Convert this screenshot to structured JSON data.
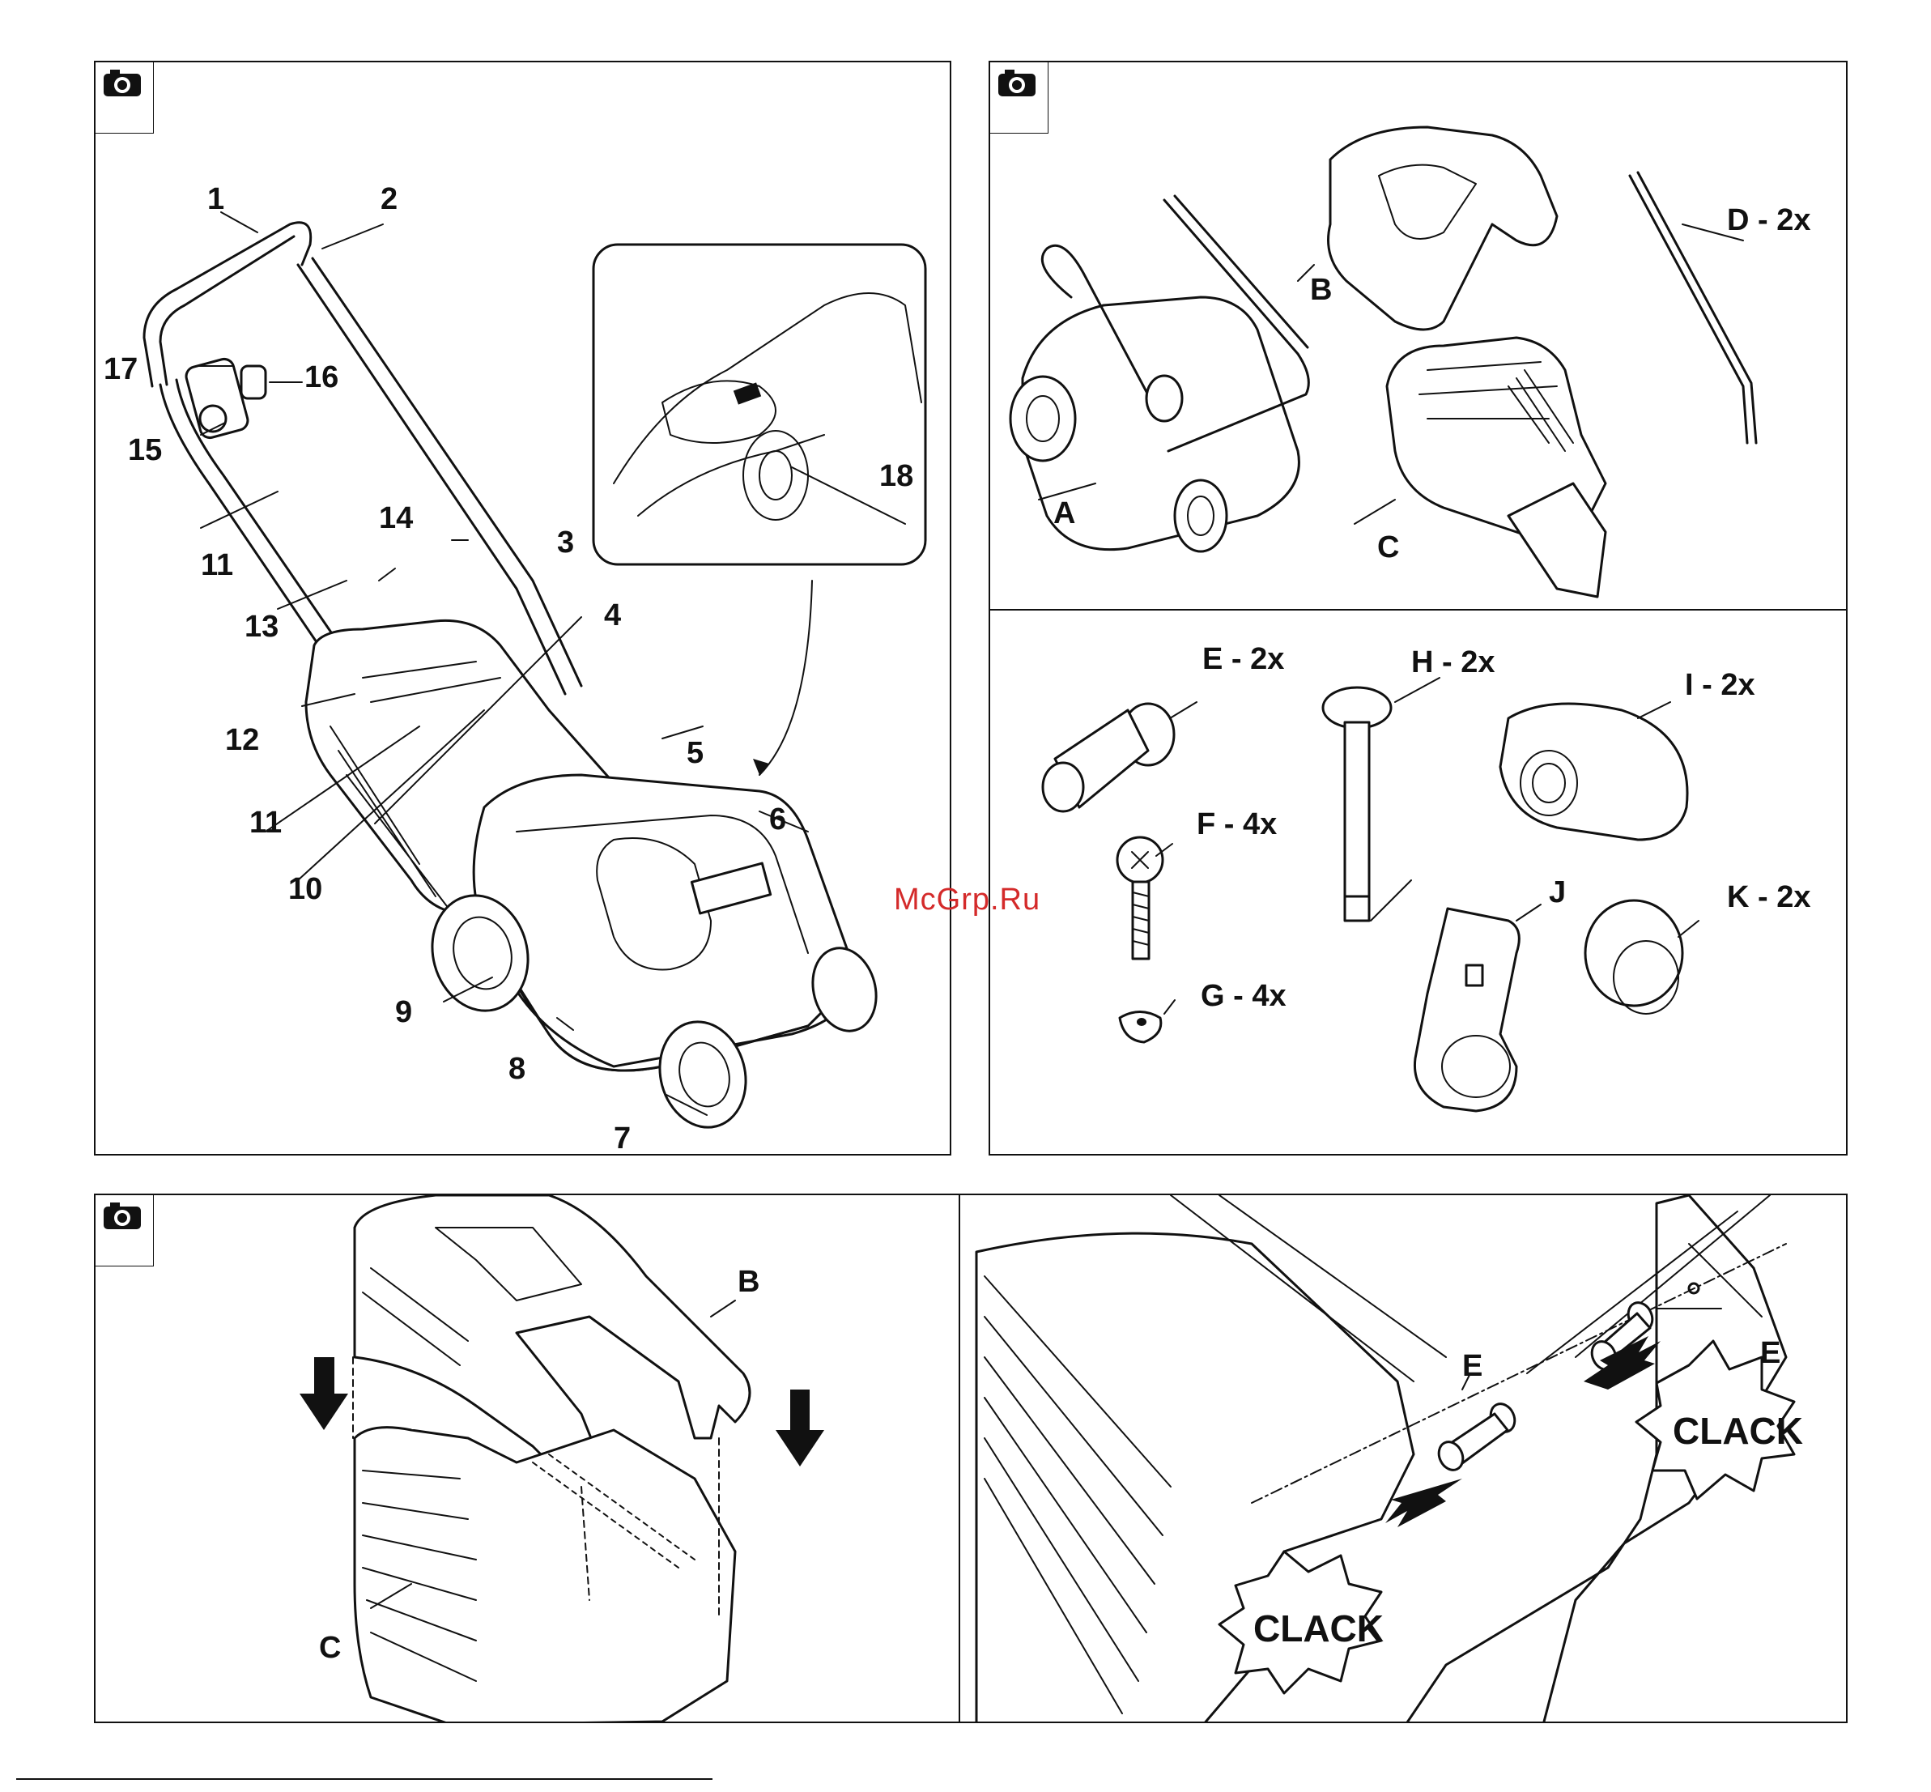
{
  "watermark": "McGrp.Ru",
  "panel_overview": {
    "labels": [
      "1",
      "2",
      "3",
      "4",
      "5",
      "6",
      "7",
      "8",
      "9",
      "10",
      "11",
      "11",
      "12",
      "13",
      "14",
      "15",
      "16",
      "17",
      "18"
    ]
  },
  "panel_parts": {
    "top_labels": [
      "A",
      "B",
      "C",
      "D - 2x"
    ],
    "bottom_labels": [
      "E - 2x",
      "F - 4x",
      "G - 4x",
      "H - 2x",
      "I - 2x",
      "J",
      "K - 2x"
    ]
  },
  "panel_assembly_left": {
    "labels": [
      "B",
      "C"
    ]
  },
  "panel_assembly_right": {
    "labels": [
      "E",
      "E"
    ],
    "sounds": [
      "CLACK",
      "CLACK"
    ]
  }
}
